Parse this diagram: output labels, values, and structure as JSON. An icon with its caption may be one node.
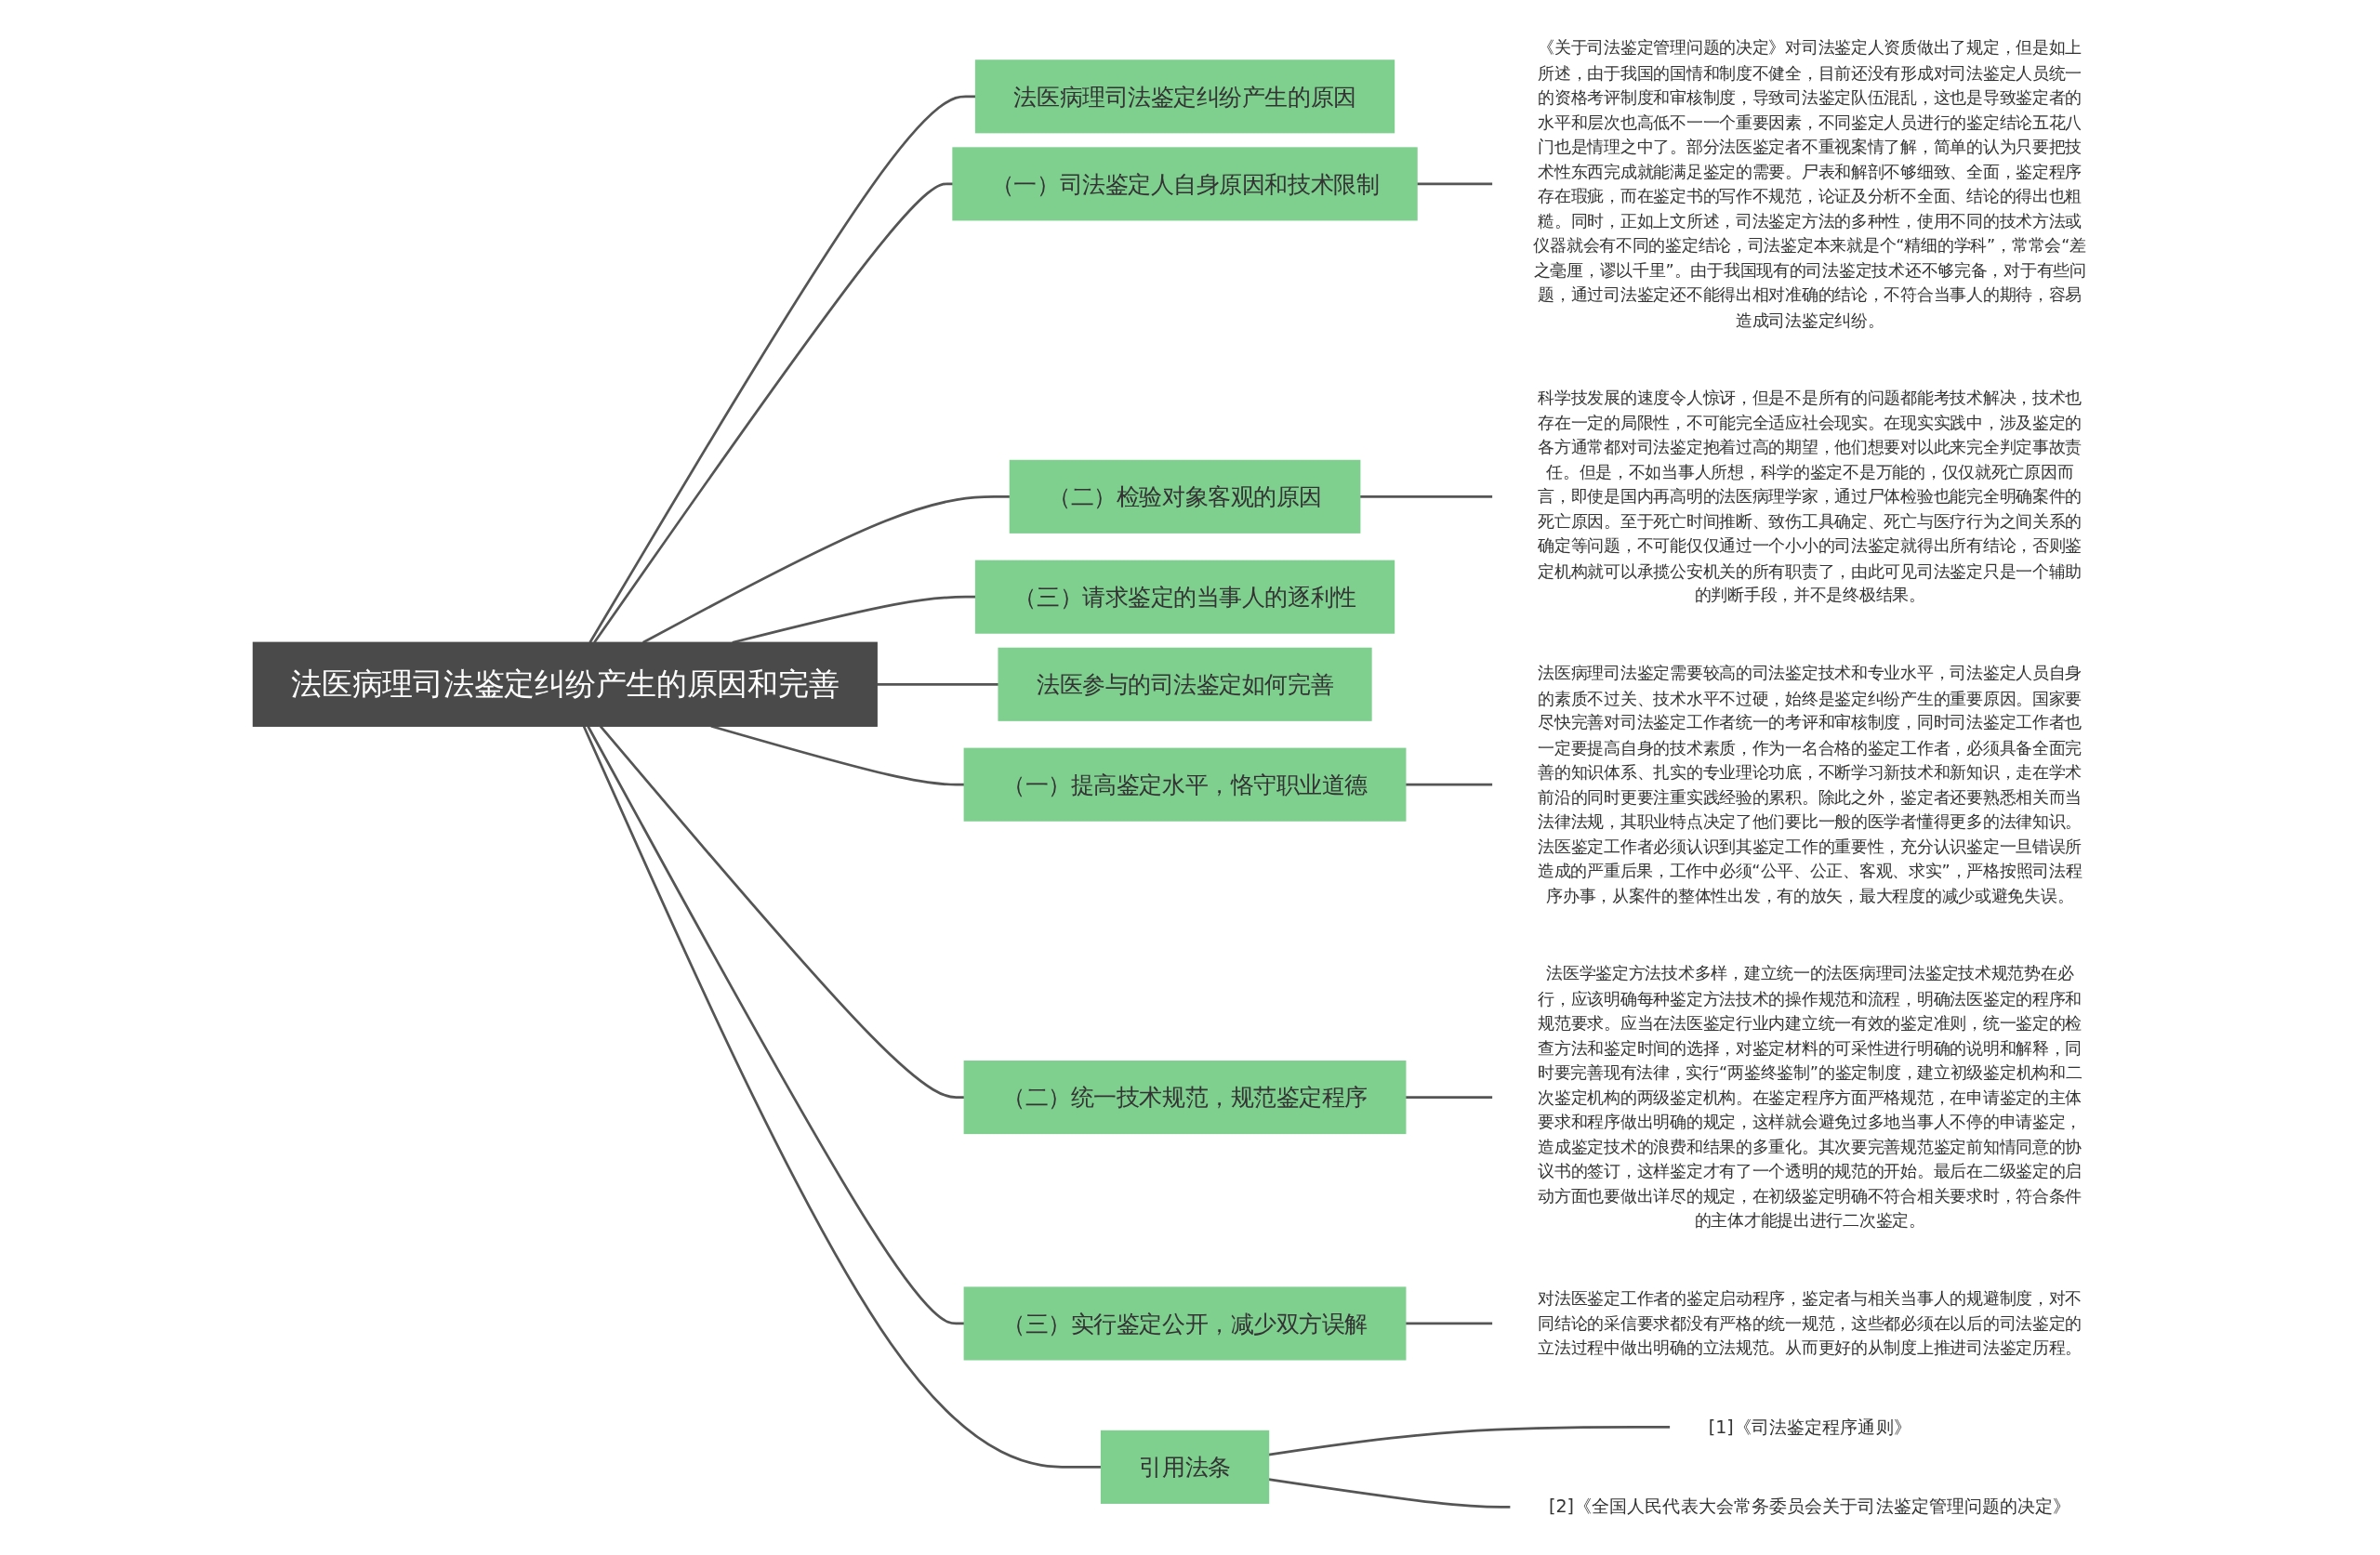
{
  "diagram": {
    "nodes": [
      {
        "text": [
          "法医病理司法鉴定纠纷产生的原因和完善"
        ]
      },
      {
        "text": [
          "法医病理司法鉴定纠纷产生的原因"
        ]
      },
      {
        "text": [
          "（一）司法鉴定人自身原因和技术限制"
        ]
      },
      {
        "text": [
          "《关于司法鉴定管理问题的决定》对司法鉴定人资质做出了规定，但是如上所述，由于我国的国情和制度不健全，目前还没有形成对司法鉴定人员统一的资格考评制度和审核制度，导致司法鉴定队伍混乱，这也是导致鉴定者的水平和层次也高低不一一个重要因素，不同鉴定人员进行的鉴定结论五花八门也是情理之中了。部分法医鉴定者不重视案情了解，简单的认为只要把技术性东西完成就能满足鉴定的需要。尸表和解剖不够细致、全面，鉴定程序存在瑕疵，而在鉴定书的写作不规范，论证及分析不全面、结论的得出也粗糙。同时，正如上文所述，司法鉴定方法的多种性，使用不同的技术方法或仪器就会有不同的鉴定结论，司法鉴定本来就是个“精细的学科”，常常会“差之毫厘，谬以千里”。由于我国现有的司法鉴定技术还不够完备，对于有些问题，通过司法鉴定还不能得出相对准确的结论，不符合当事人的期待，容易造成司法鉴定纠纷。"
        ]
      },
      {
        "text": [
          "（二）检验对象客观的原因"
        ]
      },
      {
        "text": [
          "科学技发展的速度令人惊讶，但是不是所有的问题都能考技术解决，技术也存在一定的局限性，不可能完全适应社会现实。在现实实践中，涉及鉴定的各方通常都对司法鉴定抱着过高的期望，他们想要对以此来完全判定事故责任。但是，不如当事人所想，科学的鉴定不是万能的，仅仅就死亡原因而言，即使是国内再高明的法医病理学家，通过尸体检验也能完全明确案件的死亡原因。至于死亡时间推断、致伤工具确定、死亡与医疗行为之间关系的确定等问题，不可能仅仅通过一个小小的司法鉴定就得出所有结论，否则鉴定机构就可以承揽公安机关的所有职责了，由此可见司法鉴定只是一个辅助的判断手段，并不是终极结果。"
        ]
      },
      {
        "text": [
          "（三）请求鉴定的当事人的逐利性"
        ]
      },
      {
        "text": [
          "法医参与的司法鉴定如何完善"
        ]
      },
      {
        "text": [
          "（一）提高鉴定水平，恪守职业道德"
        ]
      },
      {
        "text": [
          "法医病理司法鉴定需要较高的司法鉴定技术和专业水平，司法鉴定人员自身的素质不过关、技术水平不过硬，始终是鉴定纠纷产生的重要原因。国家要尽快完善对司法鉴定工作者统一的考评和审核制度，同时司法鉴定工作者也一定要提高自身的技术素质，作为一名合格的鉴定工作者，必须具备全面完善的知识体系、扎实的专业理论功底，不断学习新技术和新知识，走在学术前沿的同时更要注重实践经验的累积。除此之外，鉴定者还要熟悉相关而当法律法规，其职业特点决定了他们要比一般的医学者懂得更多的法律知识。法医鉴定工作者必须认识到其鉴定工作的重要性，充分认识鉴定一旦错误所造成的严重后果，工作中必须“公平、公正、客观、求实”，严格按照司法程序办事，从案件的整体性出发，有的放矢，最大程度的减少或避免失误。"
        ]
      },
      {
        "text": [
          "（二）统一技术规范，规范鉴定程序"
        ]
      },
      {
        "text": [
          "法医学鉴定方法技术多样，建立统一的法医病理司法鉴定技术规范势在必行，应该明确每种鉴定方法技术的操作规范和流程，明确法医鉴定的程序和规范要求。应当在法医鉴定行业内建立统一有效的鉴定准则，统一鉴定的检查方法和鉴定时间的选择，对鉴定材料的可采性进行明确的说明和解释，同时要完善现有法律，实行“两鉴终鉴制”的鉴定制度，建立初级鉴定机构和二次鉴定机构的两级鉴定机构。在鉴定程序方面严格规范，在申请鉴定的主体要求和程序做出明确的规定，这样就会避免过多地当事人不停的申请鉴定，造成鉴定技术的浪费和结果的多重化。其次要完善规范鉴定前知情同意的协议书的签订，这样鉴定才有了一个透明的规范的开始。最后在二级鉴定的启动方面也要做出详尽的规定，在初级鉴定明确不符合相关要求时，符合条件的主体才能提出进行二次鉴定。"
        ]
      },
      {
        "text": [
          "（三）实行鉴定公开，减少双方误解"
        ]
      },
      {
        "text": [
          "对法医鉴定工作者的鉴定启动程序，鉴定者与相关当事人的规避制度，对不同结论的采信要求都没有严格的统一规范，这些都必须在以后的司法鉴定的立法过程中做出明确的立法规范。从而更好的从制度上推进司法鉴定历程。"
        ]
      },
      {
        "text": [
          "引用法条"
        ]
      },
      {
        "text": [
          "[1]《司法鉴定程序通则》"
        ]
      },
      {
        "text": [
          "[2]《全国人民代表大会常务委员会关于司法鉴定管理问题的决定》"
        ]
      }
    ],
    "edges": [
      {
        "from": 0,
        "to": 1,
        "arrow": "none"
      },
      {
        "from": 0,
        "to": 2,
        "arrow": "none"
      },
      {
        "from": 2,
        "to": 3,
        "arrow": "none"
      },
      {
        "from": 0,
        "to": 4,
        "arrow": "none"
      },
      {
        "from": 4,
        "to": 5,
        "arrow": "none"
      },
      {
        "from": 0,
        "to": 6,
        "arrow": "none"
      },
      {
        "from": 0,
        "to": 7,
        "arrow": "none"
      },
      {
        "from": 0,
        "to": 8,
        "arrow": "none"
      },
      {
        "from": 8,
        "to": 9,
        "arrow": "none"
      },
      {
        "from": 0,
        "to": 10,
        "arrow": "none"
      },
      {
        "from": 10,
        "to": 11,
        "arrow": "none"
      },
      {
        "from": 0,
        "to": 12,
        "arrow": "none"
      },
      {
        "from": 12,
        "to": 13,
        "arrow": "none"
      },
      {
        "from": 0,
        "to": 14,
        "arrow": "none"
      },
      {
        "from": 14,
        "to": 15,
        "arrow": "none"
      },
      {
        "from": 14,
        "to": 16,
        "arrow": "none"
      }
    ]
  }
}
